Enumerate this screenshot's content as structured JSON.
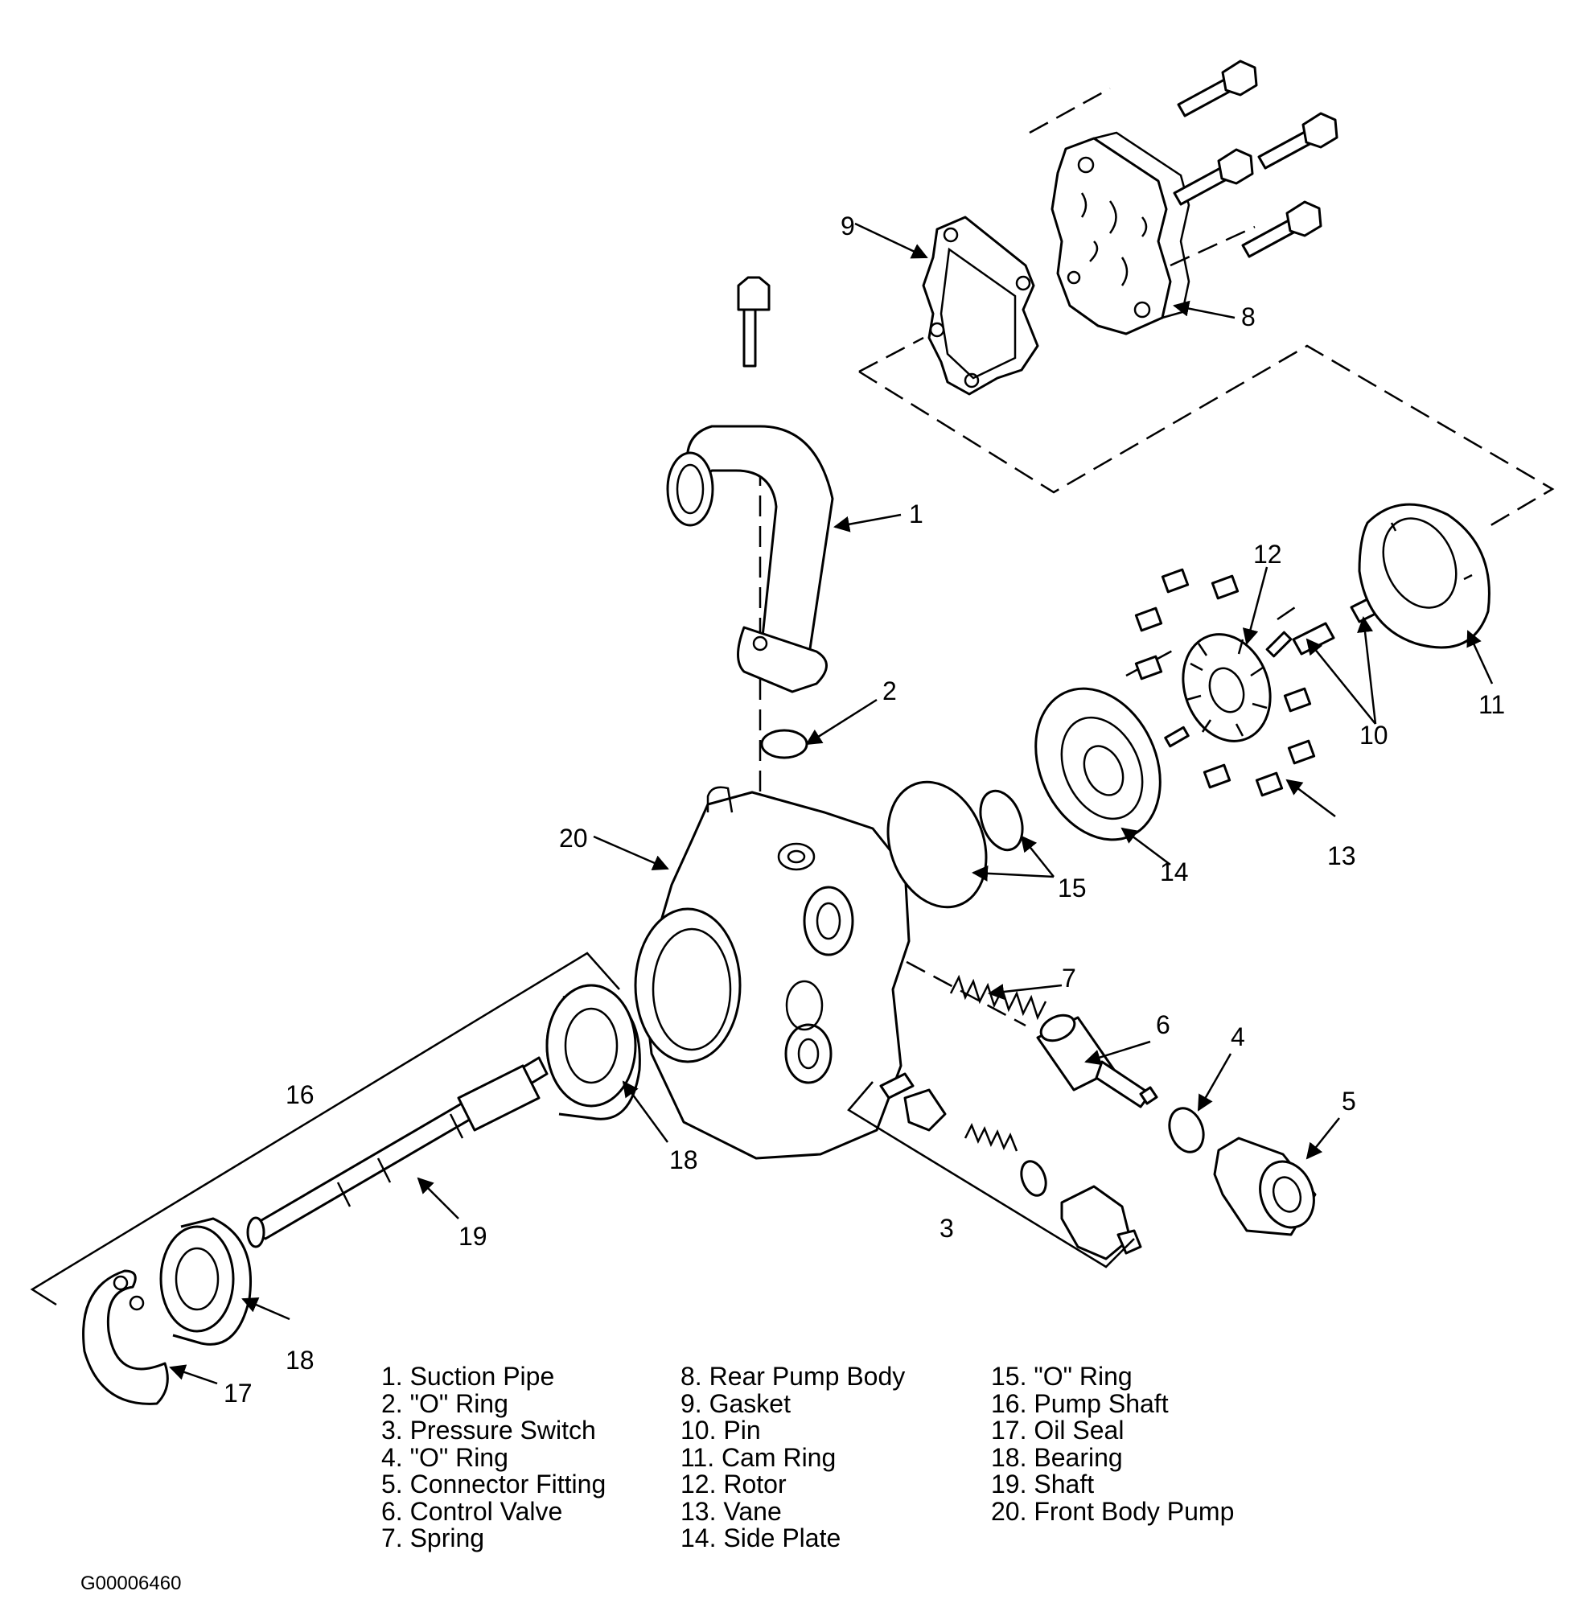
{
  "callouts": [
    "1",
    "2",
    "3",
    "4",
    "5",
    "6",
    "7",
    "8",
    "9",
    "10",
    "11",
    "12",
    "13",
    "14",
    "15",
    "16",
    "17",
    "18",
    "18",
    "19",
    "20"
  ],
  "legend": {
    "col1": [
      "1. Suction Pipe",
      "2. \"O\" Ring",
      "3. Pressure Switch",
      "4. \"O\" Ring",
      "5. Connector Fitting",
      "6. Control  Valve",
      "7. Spring"
    ],
    "col2": [
      "8. Rear Pump Body",
      "9. Gasket",
      "10. Pin",
      "11. Cam Ring",
      "12. Rotor",
      "13. Vane",
      "14. Side Plate"
    ],
    "col3": [
      "15. \"O\" Ring",
      "16. Pump Shaft",
      "17. Oil Seal",
      "18. Bearing",
      "19. Shaft",
      "20. Front Body Pump"
    ]
  },
  "figure_id": "G00006460"
}
